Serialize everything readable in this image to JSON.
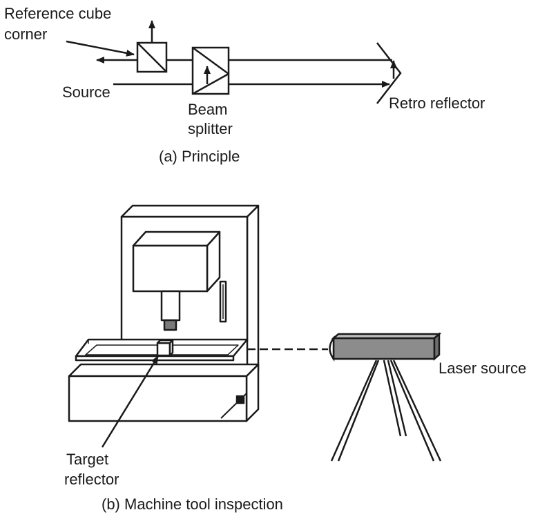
{
  "principle": {
    "labels": {
      "reference_line1": "Reference cube",
      "reference_line2": "corner",
      "source": "Source",
      "beam_line1": "Beam",
      "beam_line2": "splitter",
      "retro": "Retro reflector"
    },
    "caption": "(a) Principle"
  },
  "inspection": {
    "labels": {
      "target_line1": "Target",
      "target_line2": "reflector",
      "laser": "Laser source"
    },
    "caption": "(b) Machine tool inspection"
  },
  "colors": {
    "line": "#1a1a1a",
    "laser_body": "#8c8c8c"
  }
}
